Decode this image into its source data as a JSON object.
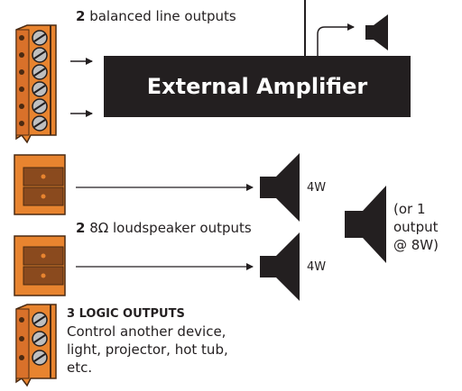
{
  "balanced": {
    "count": "2",
    "text": " balanced line outputs"
  },
  "amplifier": {
    "title": "External Amplifier"
  },
  "speaker_outputs": {
    "count": "2",
    "text": " 8Ω loudspeaker outputs",
    "watt_1": "4W",
    "watt_2": "4W"
  },
  "single_output_note": [
    "(or 1",
    "output",
    "@ 8W)"
  ],
  "logic": {
    "heading": "3 LOGIC OUTPUTS",
    "desc": [
      "Control another device,",
      "light, projector, hot tub,",
      "etc."
    ]
  },
  "colors": {
    "connector_orange": "#e8842f",
    "connector_dark": "#4a2a12",
    "plug_brown": "#8a4a1e",
    "screw_gray": "#bfbfbf",
    "dark": "#231f20"
  },
  "icons": [
    "terminal-block-icon",
    "screw-icon",
    "speaker-icon",
    "arrow-icon"
  ]
}
